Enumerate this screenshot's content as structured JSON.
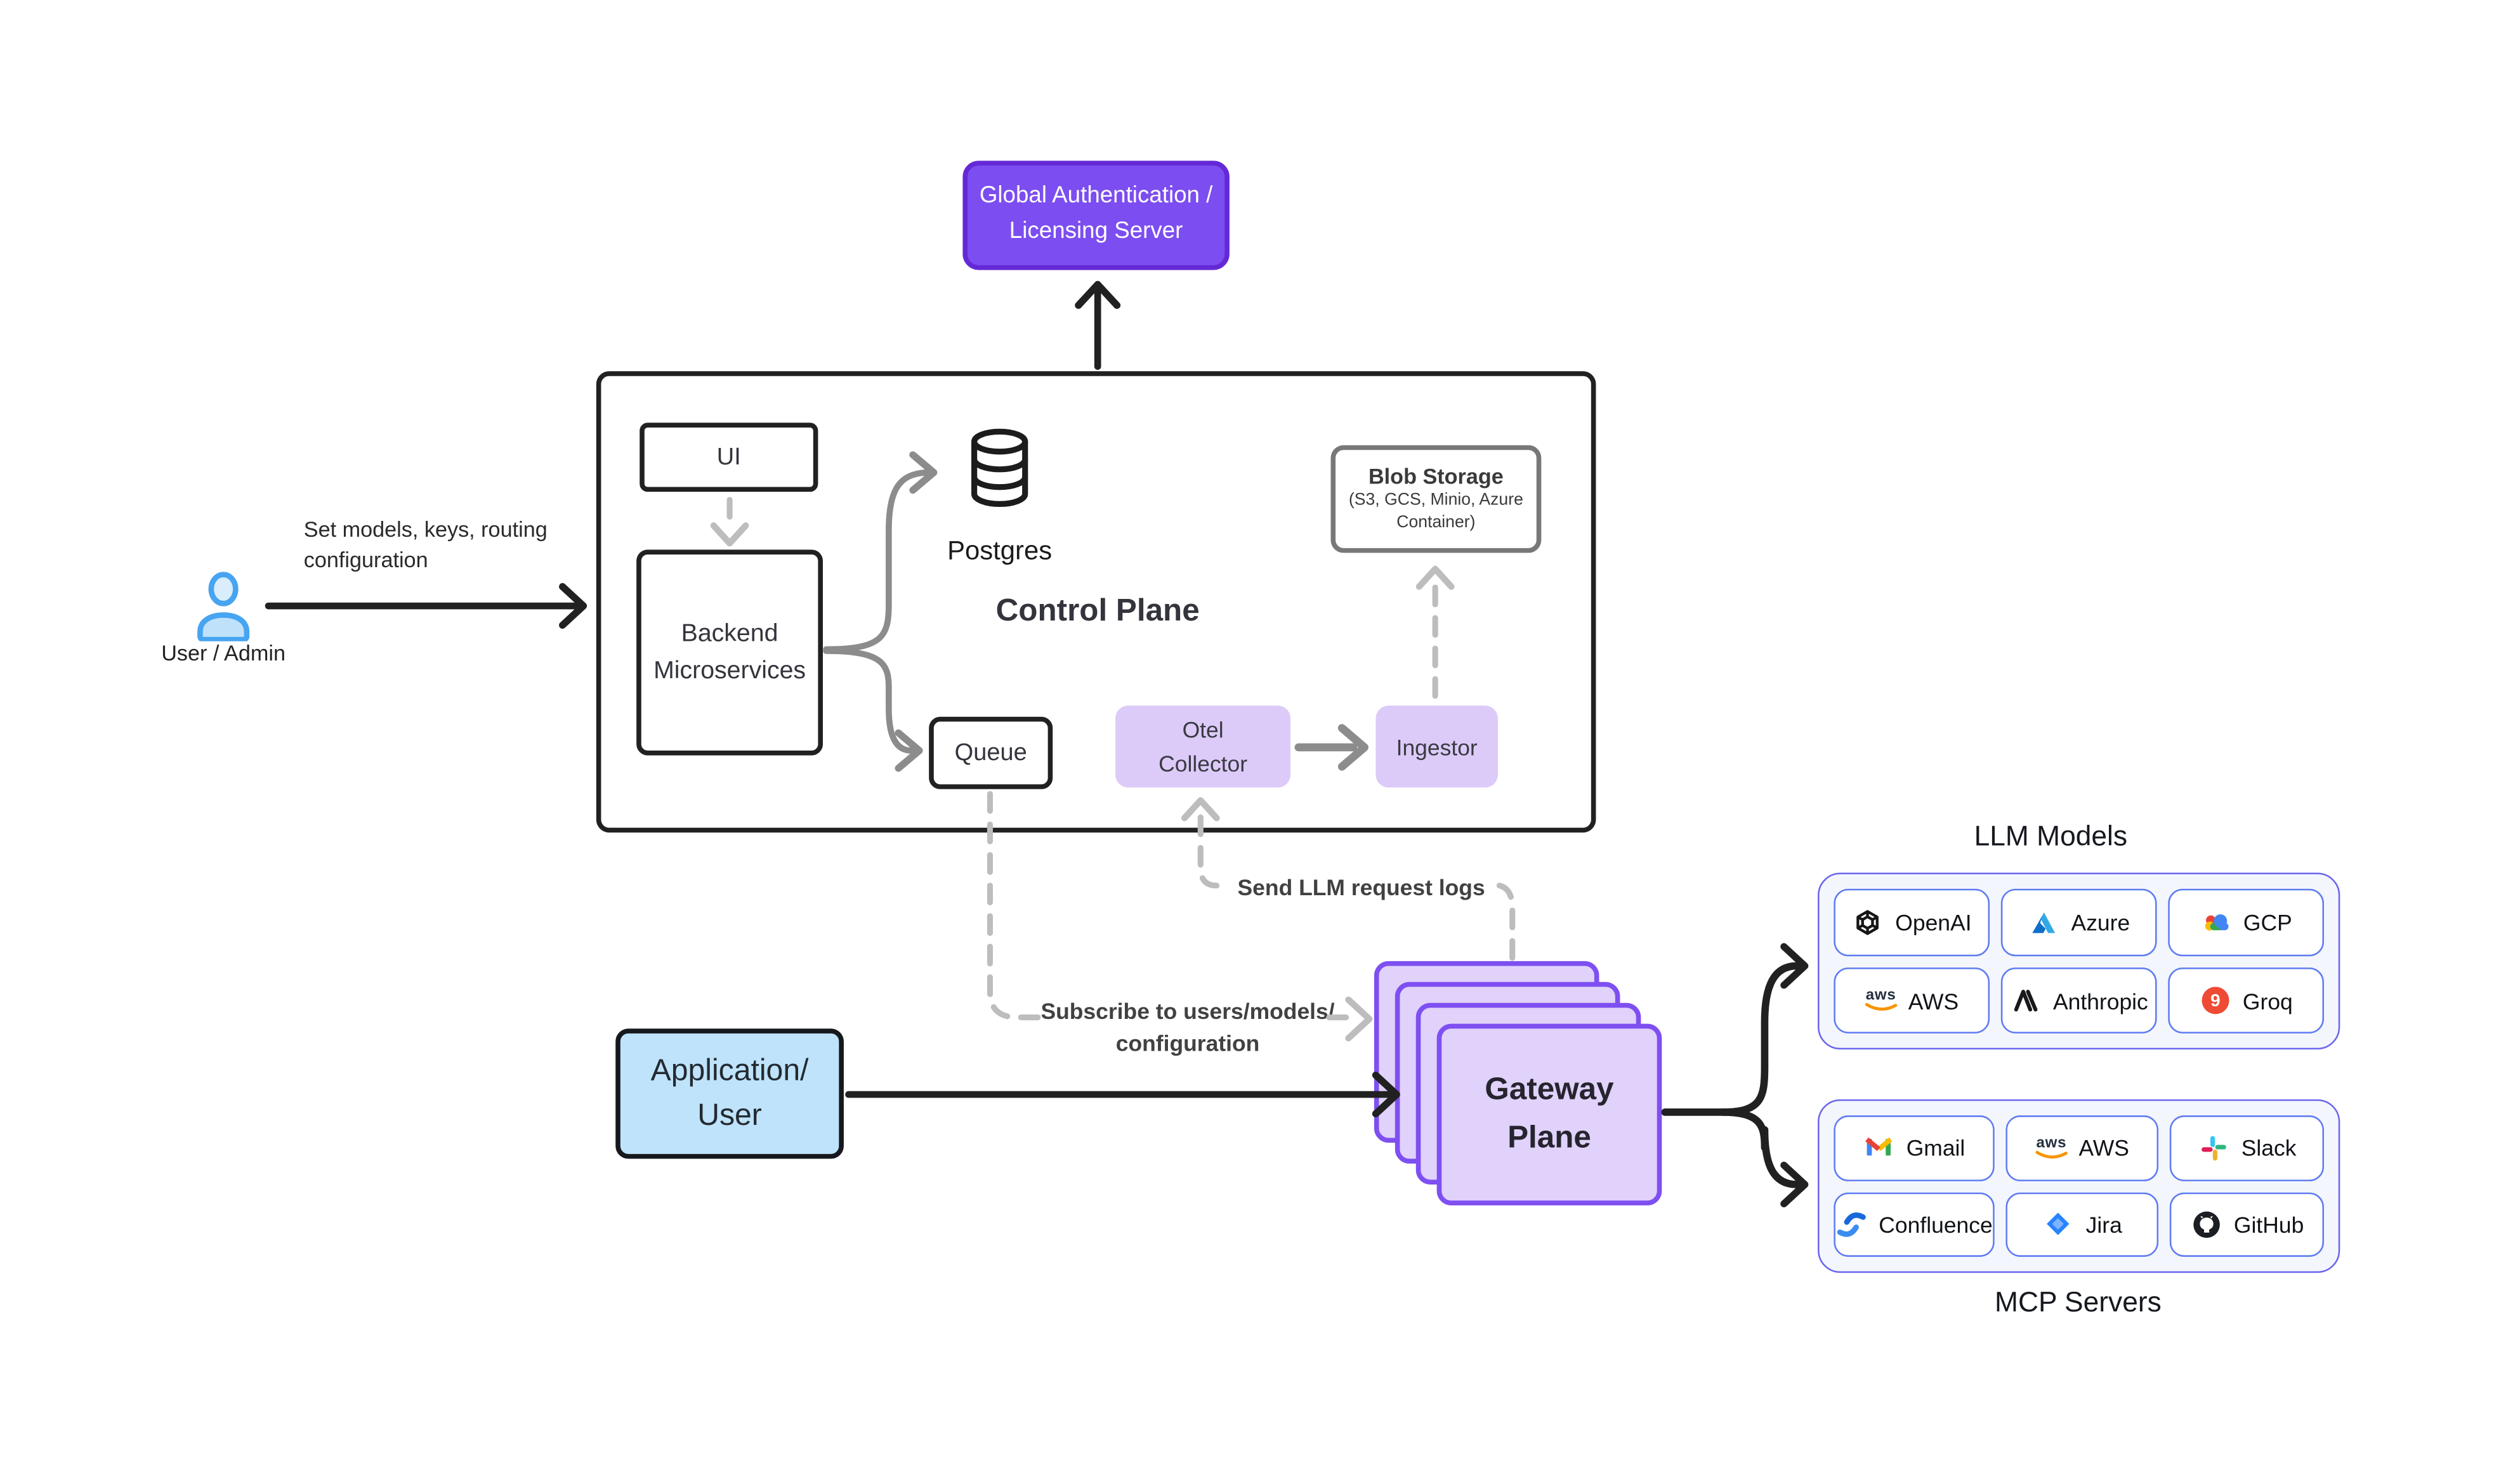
{
  "auth_server": {
    "label": "Global Authentication /\nLicensing Server"
  },
  "control_plane": {
    "title": "Control Plane",
    "ui_label": "UI",
    "backend_label": "Backend\nMicroservices",
    "postgres_label": "Postgres",
    "queue_label": "Queue",
    "otel_label": "Otel\nCollector",
    "ingestor_label": "Ingestor",
    "blob_title": "Blob Storage",
    "blob_subtitle": "(S3, GCS, Minio, Azure\nContainer)"
  },
  "actors": {
    "user_admin_label": "User / Admin",
    "application_label": "Application/\nUser"
  },
  "gateway": {
    "label": "Gateway\nPlane"
  },
  "edge_labels": {
    "set_models": "Set models, keys, routing\nconfiguration",
    "send_logs": "Send LLM request logs",
    "subscribe": "Subscribe to users/models/\nconfiguration"
  },
  "llm_models": {
    "title": "LLM Models",
    "chips": [
      {
        "label": "OpenAI",
        "icon": "openai-icon"
      },
      {
        "label": "Azure",
        "icon": "azure-icon"
      },
      {
        "label": "GCP",
        "icon": "gcp-icon"
      },
      {
        "label": "AWS",
        "icon": "aws-icon"
      },
      {
        "label": "Anthropic",
        "icon": "anthropic-icon"
      },
      {
        "label": "Groq",
        "icon": "groq-icon"
      }
    ]
  },
  "mcp_servers": {
    "title": "MCP Servers",
    "chips": [
      {
        "label": "Gmail",
        "icon": "gmail-icon"
      },
      {
        "label": "AWS",
        "icon": "aws-icon"
      },
      {
        "label": "Slack",
        "icon": "slack-icon"
      },
      {
        "label": "Confluence",
        "icon": "confluence-icon"
      },
      {
        "label": "Jira",
        "icon": "jira-icon"
      },
      {
        "label": "GitHub",
        "icon": "github-icon"
      }
    ]
  },
  "colors": {
    "purple_fill": "#7C4DF0",
    "purple_border": "#6429D6",
    "gateway_border": "#7E4FF1",
    "gateway_fill": "#E0D2FA",
    "lavender_fill": "#DCCBF8",
    "app_blue_fill": "#BEE3FA",
    "person_blue": "#47A4F1",
    "group_border": "#6A66EE",
    "group_fill": "#F4F6FD",
    "chip_border": "#5F7CF2",
    "blob_border": "#787878",
    "ink": "#212121",
    "gray_arrow": "#8C8C8C",
    "dash_gray": "#BDBDBD",
    "groq_red": "#EF4B34"
  }
}
